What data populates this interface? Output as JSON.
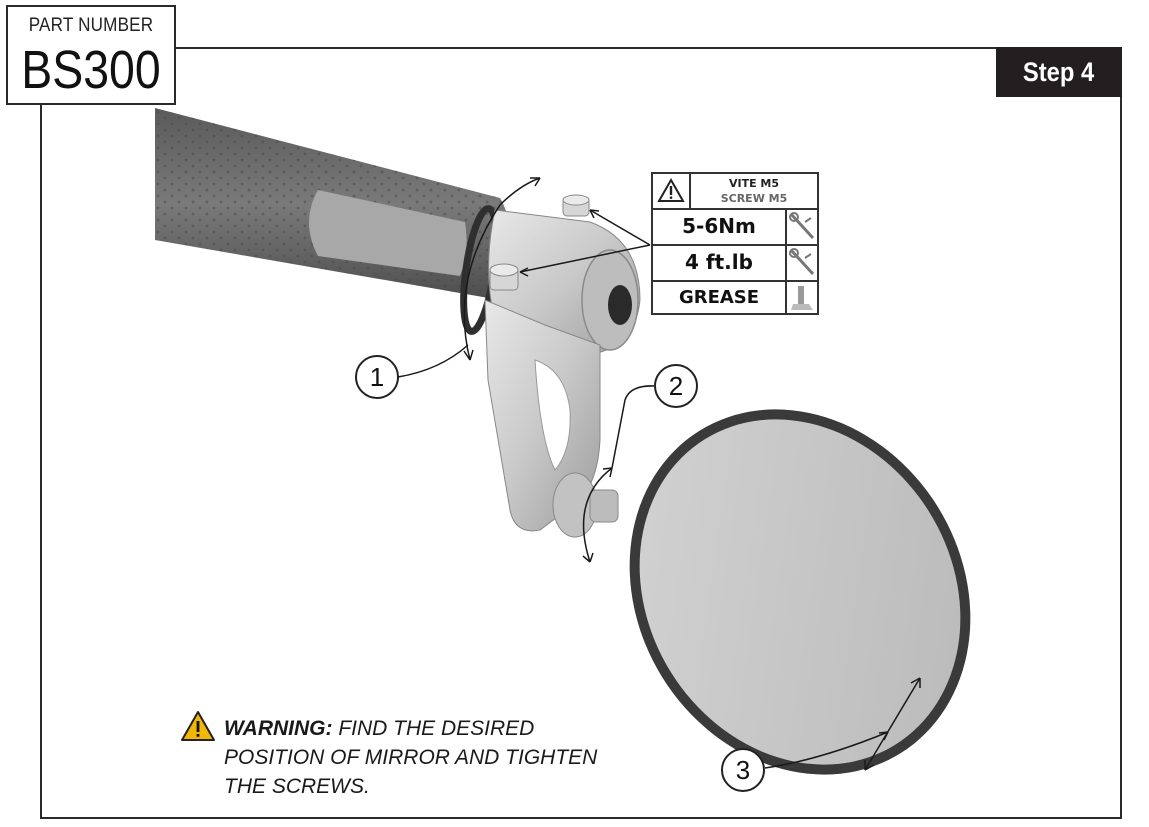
{
  "part": {
    "label": "PART NUMBER",
    "value": "BS300"
  },
  "step": {
    "label": "Step 4"
  },
  "torque_table": {
    "screw_it": "VITE M5",
    "screw_en": "SCREW M5",
    "torque_nm": "5-6Nm",
    "torque_ftlb": "4 ft.lb",
    "lubricant": "GREASE"
  },
  "callouts": [
    "1",
    "2",
    "3"
  ],
  "warning": {
    "keyword": "WARNING:",
    "line1": " FIND THE DESIRED",
    "line2": "POSITION OF MIRROR AND TIGHTEN",
    "line3": "THE SCREWS."
  },
  "colors": {
    "frame": "#2a2a2a",
    "step_bg": "#231f20",
    "warning_triangle": "#f2b705"
  }
}
